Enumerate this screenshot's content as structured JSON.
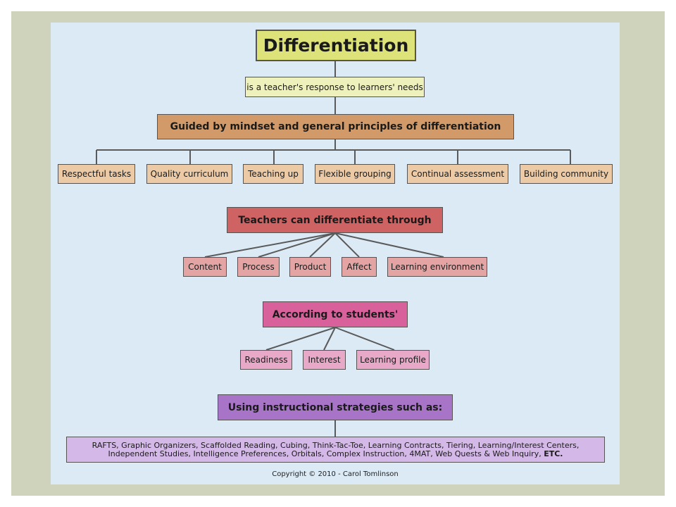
{
  "title": "Differentiation",
  "definition": "is a teacher's response to learners' needs",
  "principles": {
    "heading": "Guided by mindset and general principles of differentiation",
    "items": [
      "Respectful tasks",
      "Quality curriculum",
      "Teaching up",
      "Flexible grouping",
      "Continual assessment",
      "Building community"
    ]
  },
  "through": {
    "heading": "Teachers can differentiate through",
    "items": [
      "Content",
      "Process",
      "Product",
      "Affect",
      "Learning environment"
    ]
  },
  "students": {
    "heading": "According to students'",
    "items": [
      "Readiness",
      "Interest",
      "Learning profile"
    ]
  },
  "strategies": {
    "heading": "Using instructional strategies such as:",
    "line1": "RAFTS, Graphic Organizers, Scaffolded Reading, Cubing, Think-Tac-Toe, Learning Contracts, Tiering,  Learning/Interest Centers,",
    "line2": "Independent Studies, Intelligence Preferences, Orbitals, Complex Instruction, 4MAT, Web Quests & Web Inquiry,",
    "line2_bold": "ETC."
  },
  "copyright": "Copyright © 2010 - Carol Tomlinson",
  "colors": {
    "frame": "#cfd3bc",
    "panel": "#dbeaf5",
    "title_fill": "#dde379",
    "definition_fill": "#eef1bc",
    "principles_heading_fill": "#d19a68",
    "principles_item_fill": "#eccaa6",
    "through_heading_fill": "#cf6262",
    "through_item_fill": "#e4a4a4",
    "students_heading_fill": "#d8619c",
    "students_item_fill": "#e8a8c8",
    "strategies_heading_fill": "#a774c8",
    "strategies_item_fill": "#d4b8e8"
  }
}
